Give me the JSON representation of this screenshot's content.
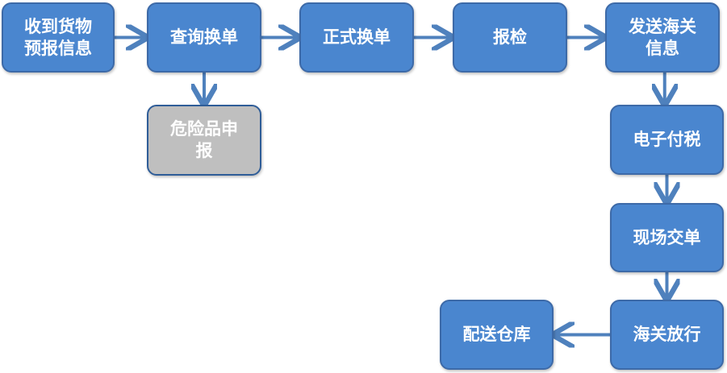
{
  "colors": {
    "node_fill": "#4a86cf",
    "node_border": "#3d6aa8",
    "node_gray_fill": "#bfbfbf",
    "arrow": "#4f81bd",
    "text": "#ffffff"
  },
  "nodes": [
    {
      "id": "n1",
      "label": "收到货物\n预报信息"
    },
    {
      "id": "n2",
      "label": "查询换单"
    },
    {
      "id": "n3",
      "label": "正式换单"
    },
    {
      "id": "n4",
      "label": "报检"
    },
    {
      "id": "n5",
      "label": "发送海关\n信息"
    },
    {
      "id": "n6",
      "label": "危险品申\n报"
    },
    {
      "id": "n7",
      "label": "电子付税"
    },
    {
      "id": "n8",
      "label": "现场交单"
    },
    {
      "id": "n9",
      "label": "海关放行"
    },
    {
      "id": "n10",
      "label": "配送仓库"
    }
  ],
  "edges": [
    {
      "from": "n1",
      "to": "n2"
    },
    {
      "from": "n2",
      "to": "n3"
    },
    {
      "from": "n3",
      "to": "n4"
    },
    {
      "from": "n4",
      "to": "n5"
    },
    {
      "from": "n2",
      "to": "n6"
    },
    {
      "from": "n5",
      "to": "n7"
    },
    {
      "from": "n7",
      "to": "n8"
    },
    {
      "from": "n8",
      "to": "n9"
    },
    {
      "from": "n9",
      "to": "n10"
    }
  ]
}
